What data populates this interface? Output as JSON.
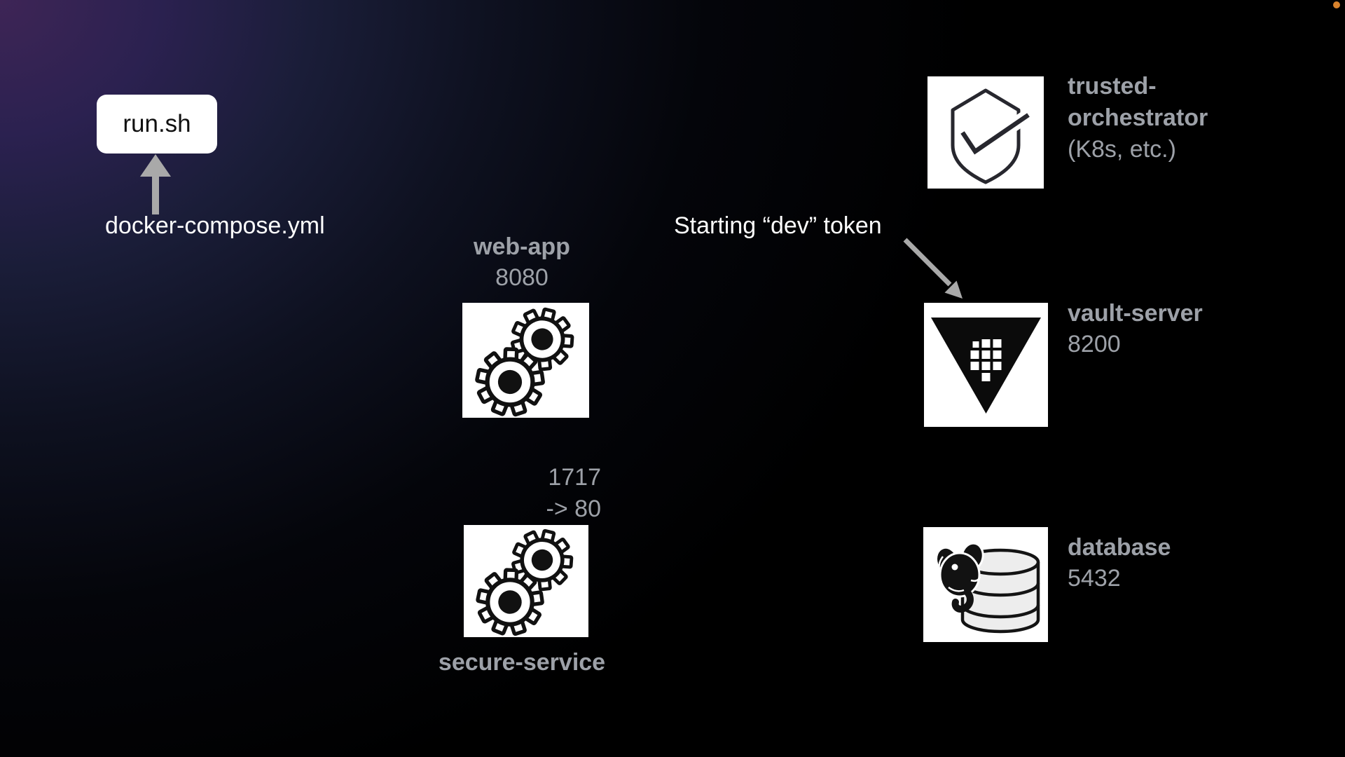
{
  "slide": {
    "status_dot_color": "#d9832d",
    "colors": {
      "background_top_left": "#3e2556",
      "background_mid": "#1a1d38",
      "background_base": "#000000",
      "text_white": "#fdfdfd",
      "text_gray": "#9da1a8",
      "arrow_gray": "#a9a9a9",
      "icon_background": "#ffffff"
    }
  },
  "nodes": {
    "run_sh": {
      "label": "run.sh"
    },
    "compose_file": {
      "label": "docker-compose.yml"
    },
    "web_app": {
      "name": "web-app",
      "port": "8080",
      "icon": "gears-icon"
    },
    "secure_service": {
      "name": "secure-service",
      "port_map_from": "1717",
      "port_map_to": "-> 80",
      "icon": "gears-icon"
    },
    "trusted_orchestrator": {
      "name_line1": "trusted-",
      "name_line2": "orchestrator",
      "subtitle": "(K8s, etc.)",
      "icon": "shield-check-icon"
    },
    "token_note": {
      "label": "Starting “dev” token"
    },
    "vault_server": {
      "name": "vault-server",
      "port": "8200",
      "icon": "vault-logo-icon"
    },
    "database": {
      "name": "database",
      "port": "5432",
      "icon": "postgres-database-icon"
    }
  }
}
